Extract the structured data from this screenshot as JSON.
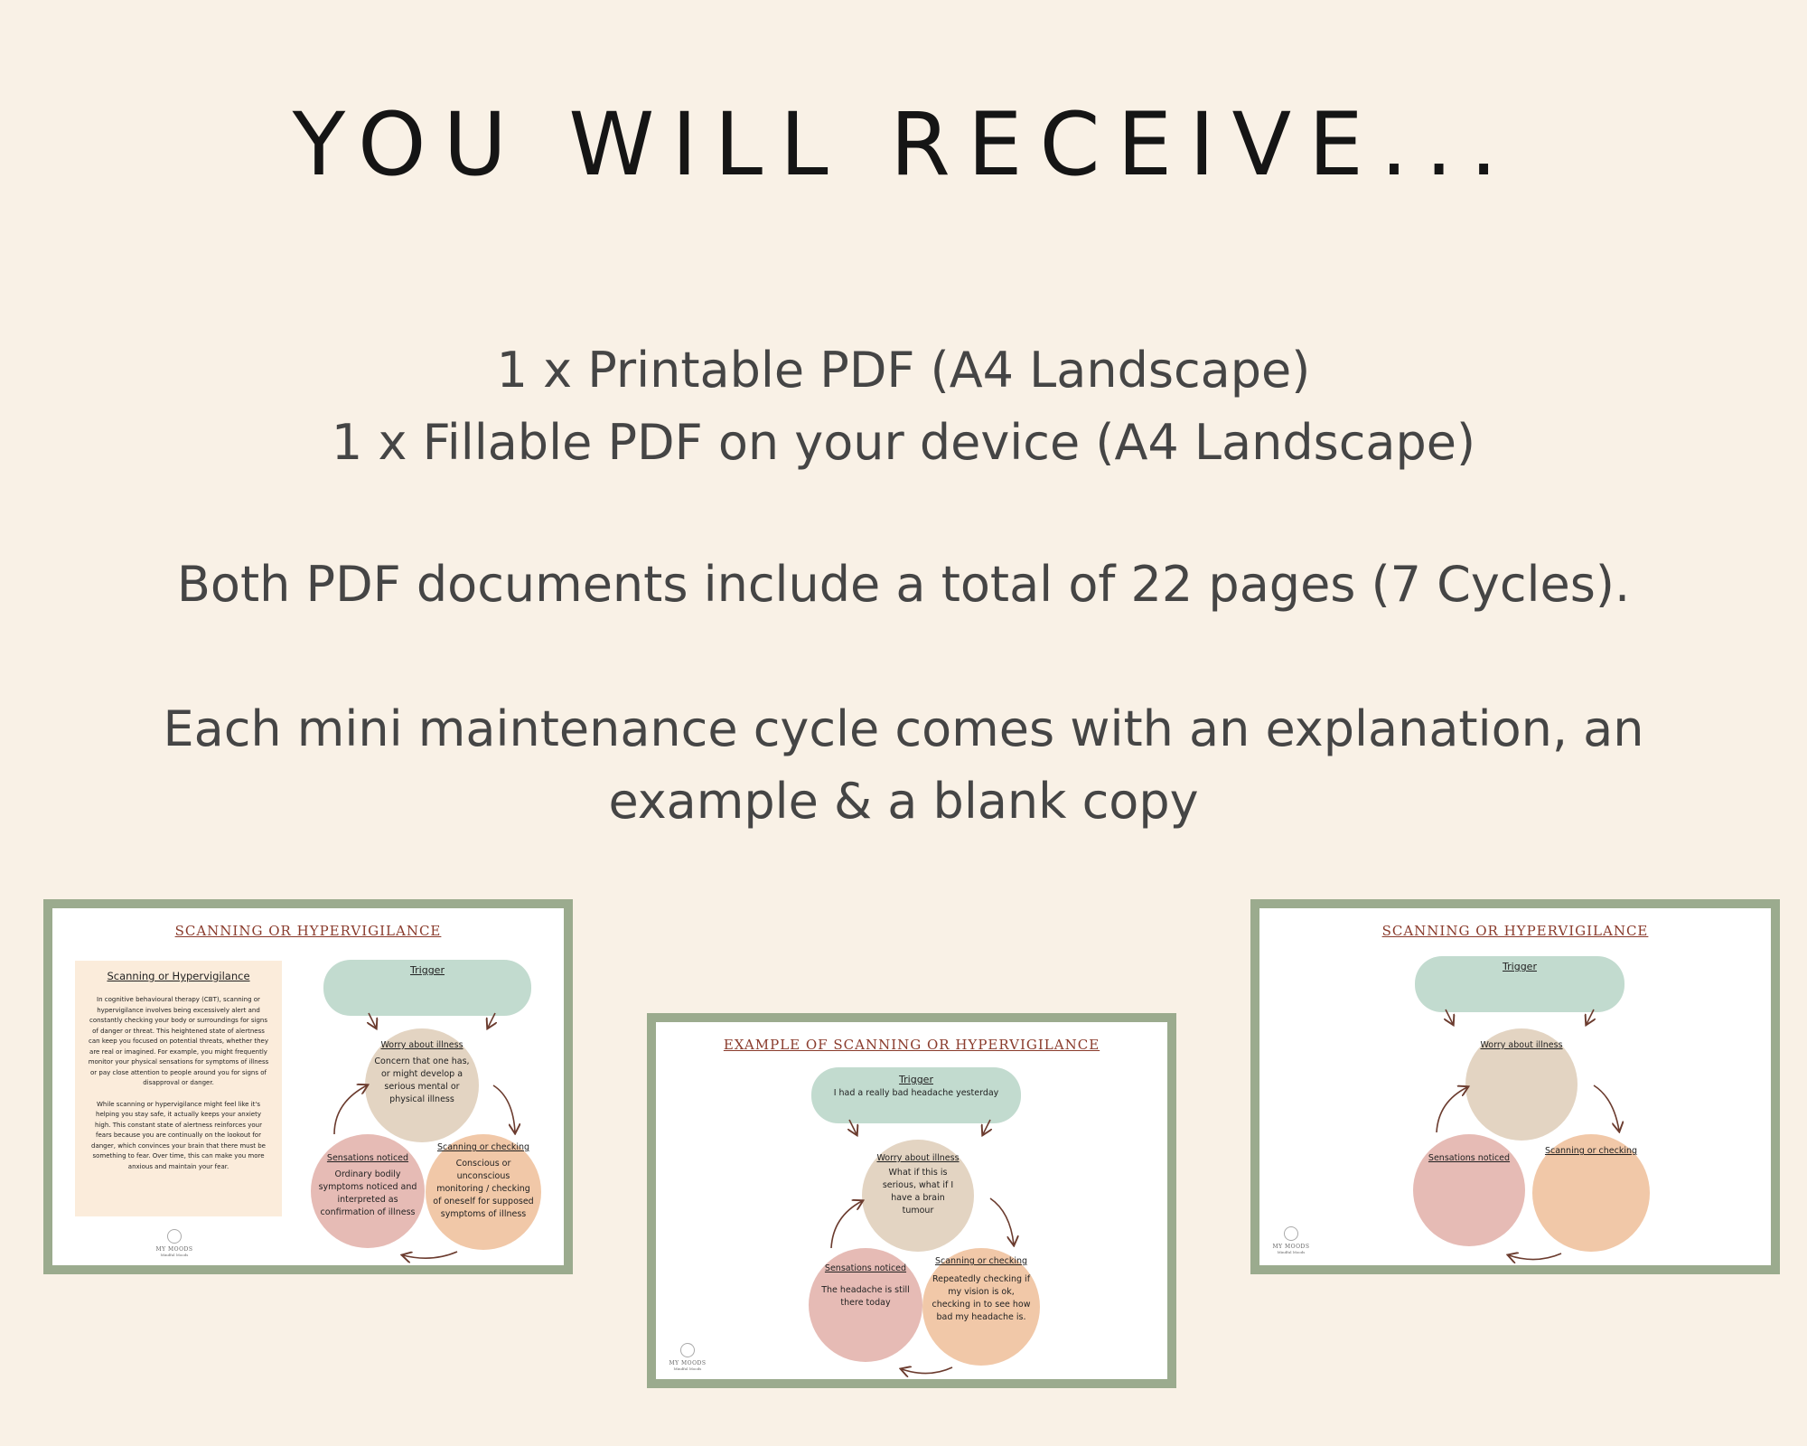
{
  "heading": "YOU WILL RECEIVE...",
  "lines": {
    "line1": "1 x Printable PDF (A4 Landscape)",
    "line2": "1 x Fillable PDF on your device (A4 Landscape)",
    "line3": "Both PDF documents include a total of 22 pages (7 Cycles).",
    "line4a": "Each mini maintenance cycle comes with an explanation, an",
    "line4b": "example & a blank copy"
  },
  "colors": {
    "background": "#f9f1e6",
    "card_border": "#9bab8e",
    "trigger_fill": "#c2dbcf",
    "worry_fill": "#e3d4c2",
    "sensations_fill": "#e6bbb5",
    "scanning_fill": "#f1c8a8",
    "title_color": "#8a3b2c"
  },
  "previews": {
    "explanation": {
      "title": "SCANNING OR HYPERVIGILANCE",
      "info_heading": "Scanning or Hypervigilance",
      "info_p1": "In cognitive behavioural therapy (CBT), scanning or hypervigilance involves being excessively alert and constantly checking your body or surroundings for signs of danger or threat. This heightened state of alertness can keep you focused on potential threats, whether they are real or imagined. For example, you might frequently monitor your physical sensations for symptoms of illness or pay close attention to people around you for signs of disapproval or danger.",
      "info_p2": "While scanning or hypervigilance might feel like it's helping you stay safe, it actually keeps your anxiety high. This constant state of alertness reinforces your fears because you are continually on the lookout for danger, which convinces your brain that there must be something to fear. Over time, this can make you more anxious and maintain your fear.",
      "trigger_label": "Trigger",
      "worry_label": "Worry about illness",
      "worry_text": "Concern that one has, or might develop a serious mental or physical illness",
      "sensations_label": "Sensations noticed",
      "sensations_text": "Ordinary bodily symptoms noticed and interpreted as confirmation of illness",
      "scanning_label": "Scanning or checking",
      "scanning_text": "Conscious or unconscious monitoring / checking of oneself for supposed symptoms of illness",
      "logo_name": "MY MOODS",
      "logo_sub": "Mindful Moods"
    },
    "example": {
      "title": "EXAMPLE OF SCANNING OR HYPERVIGILANCE",
      "trigger_label": "Trigger",
      "trigger_text": "I had a really bad headache yesterday",
      "worry_label": "Worry about illness",
      "worry_text": "What if this is serious, what if I have a brain tumour",
      "sensations_label": "Sensations noticed",
      "sensations_text": "The headache is still there today",
      "scanning_label": "Scanning or checking",
      "scanning_text": "Repeatedly checking if my vision is ok, checking in to see how bad my headache is.",
      "logo_name": "MY MOODS",
      "logo_sub": "Mindful Moods"
    },
    "blank": {
      "title": "SCANNING OR HYPERVIGILANCE",
      "trigger_label": "Trigger",
      "worry_label": "Worry about illness",
      "sensations_label": "Sensations noticed",
      "scanning_label": "Scanning or checking",
      "logo_name": "MY MOODS",
      "logo_sub": "Mindful Moods"
    }
  }
}
